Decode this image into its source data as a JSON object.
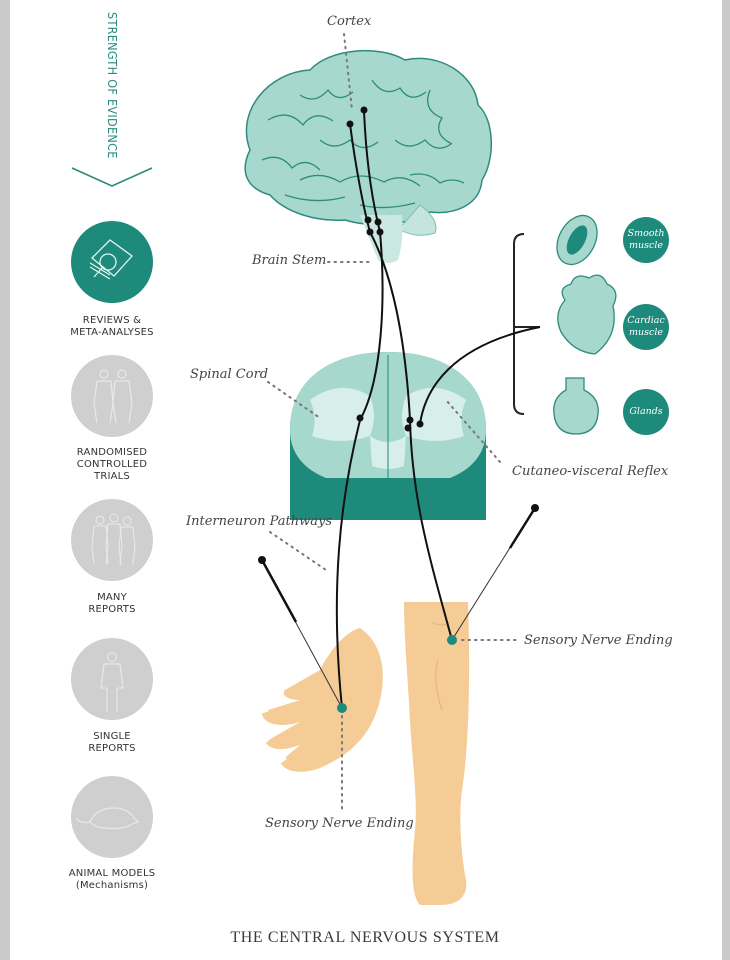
{
  "evidence": {
    "title": "STRENGTH OF EVIDENCE",
    "levels": [
      {
        "label_line1": "REVIEWS &",
        "label_line2": "META-ANALYSES",
        "label_line3": "",
        "icon": "magnifier-on-papers-icon",
        "color": "#1e8a7b"
      },
      {
        "label_line1": "RANDOMISED",
        "label_line2": "CONTROLLED",
        "label_line3": "TRIALS",
        "icon": "people-group-icon",
        "color": "#cfcfcf"
      },
      {
        "label_line1": "MANY",
        "label_line2": "REPORTS",
        "label_line3": "",
        "icon": "crowd-icon",
        "color": "#cfcfcf"
      },
      {
        "label_line1": "SINGLE",
        "label_line2": "REPORTS",
        "label_line3": "",
        "icon": "single-person-icon",
        "color": "#cfcfcf"
      },
      {
        "label_line1": "ANIMAL MODELS",
        "label_line2": "(Mechanisms)",
        "label_line3": "",
        "icon": "rat-icon",
        "color": "#cfcfcf"
      }
    ]
  },
  "diagram": {
    "labels": {
      "cortex": "Cortex",
      "brain_stem": "Brain Stem",
      "spinal_cord": "Spinal Cord",
      "interneuron": "Interneuron Pathways",
      "reflex": "Cutaneo-visceral Reflex",
      "sensory_leg": "Sensory Nerve Ending",
      "sensory_hand": "Sensory Nerve Ending"
    },
    "organs": [
      {
        "line1": "Smooth",
        "line2": "muscle",
        "icon": "smooth-muscle-icon"
      },
      {
        "line1": "Cardiac",
        "line2": "muscle",
        "icon": "heart-icon"
      },
      {
        "line1": "Glands",
        "line2": "",
        "icon": "gland-icon"
      }
    ],
    "colors": {
      "teal_dark": "#1e8a7b",
      "teal_light": "#9fd4c9",
      "skin": "#f5cc95"
    }
  },
  "caption": "THE CENTRAL NERVOUS SYSTEM"
}
